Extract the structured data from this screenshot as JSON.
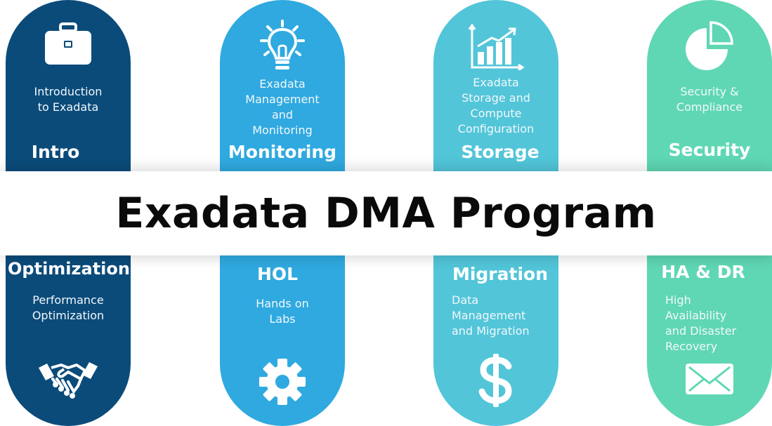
{
  "colors": {
    "intro": "#0b4b7a",
    "monitoring": "#2fa9e0",
    "storage": "#52c5d9",
    "security": "#5fd7b4"
  },
  "title": "Exadata DMA Program",
  "top_cards": [
    {
      "label": "Intro",
      "description": [
        "Introduction",
        "to Exadata"
      ],
      "icon": "briefcase-icon"
    },
    {
      "label": "Monitoring",
      "description": [
        "Exadata",
        "Management",
        "and",
        "Monitoring"
      ],
      "icon": "lightbulb-icon"
    },
    {
      "label": "Storage",
      "description": [
        "Exadata",
        "Storage and",
        "Compute",
        "Configuration"
      ],
      "icon": "bar-chart-icon"
    },
    {
      "label": "Security",
      "description": [
        "Security &",
        "Compliance"
      ],
      "icon": "pie-chart-icon"
    }
  ],
  "bottom_cards": [
    {
      "label": "Optimization",
      "description": [
        "Performance",
        "Optimization"
      ],
      "icon": "handshake-icon"
    },
    {
      "label": "HOL",
      "description": [
        "Hands on",
        "Labs"
      ],
      "icon": "gear-icon"
    },
    {
      "label": "Migration",
      "description": [
        "Data",
        "Management",
        "and Migration"
      ],
      "icon": "dollar-icon"
    },
    {
      "label": "HA & DR",
      "description": [
        "High",
        "Availability",
        "and Disaster",
        "Recovery"
      ],
      "icon": "envelope-icon"
    }
  ]
}
